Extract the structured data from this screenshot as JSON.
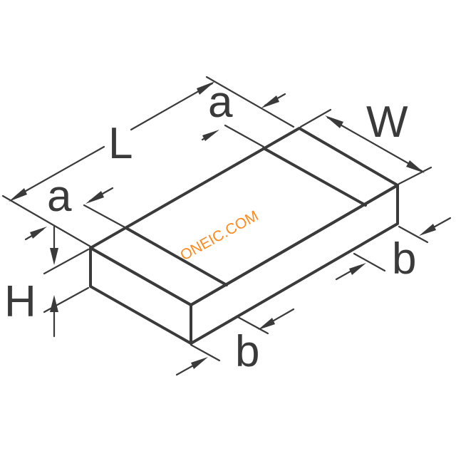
{
  "dimension_labels": {
    "length": "L",
    "width": "W",
    "height": "H",
    "terminal_top_back": "a",
    "terminal_top_front": "a",
    "terminal_side_right": "b",
    "terminal_side_front": "b"
  },
  "watermark": "ONEIC.COM",
  "colors": {
    "line": "#3a3a3a",
    "watermark": "#ff8a1c",
    "background": "#ffffff"
  }
}
